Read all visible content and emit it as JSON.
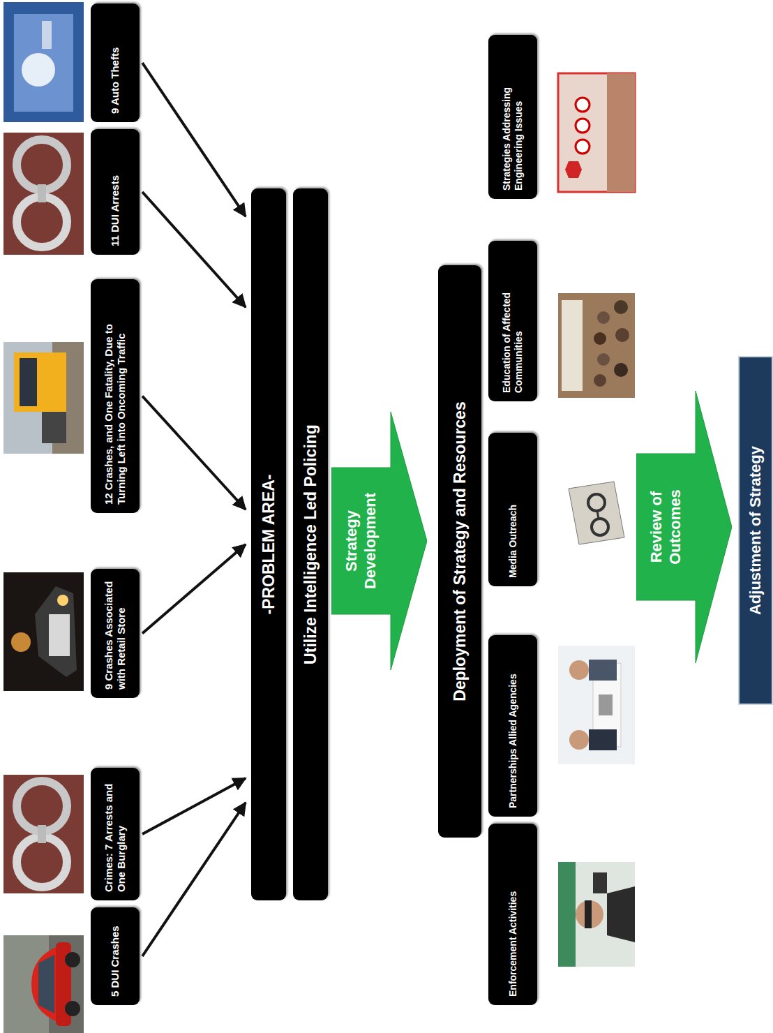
{
  "diagram": {
    "nodes": [
      {
        "text": [
          "5 DUI Crashes"
        ]
      },
      {
        "text": [
          "Crimes: 7 Arrests and One Burglary"
        ]
      },
      {
        "text": [
          "9 Crashes Associated with Retail Store"
        ]
      },
      {
        "text": [
          "12 Crashes, and One Fatality, Due to Turning Left into Oncoming Traffic"
        ]
      },
      {
        "text": [
          "11 DUI Arrests"
        ]
      },
      {
        "text": [
          "9 Auto Thefts"
        ]
      },
      {
        "text": [
          "-PROBLEM AREA-"
        ]
      },
      {
        "text": [
          "Utilize Intelligence Led Policing"
        ]
      },
      {
        "text": [
          "Strategy Development"
        ]
      },
      {
        "text": [
          "Deployment of Strategy and Resources"
        ]
      },
      {
        "text": [
          "Enforcement Activities"
        ]
      },
      {
        "text": [
          "Partnerships Allied Agencies"
        ]
      },
      {
        "text": [
          "Media Outreach"
        ]
      },
      {
        "text": [
          "Education of Affected Communities"
        ]
      },
      {
        "text": [
          "Strategies Addressing Engineering Issues"
        ]
      },
      {
        "text": [
          "Review of Outcomes"
        ]
      },
      {
        "text": [
          "Adjustment of Strategy"
        ]
      }
    ],
    "edges": [
      {
        "from": 0,
        "to": 6,
        "arrow": "to"
      },
      {
        "from": 1,
        "to": 6,
        "arrow": "to"
      },
      {
        "from": 2,
        "to": 6,
        "arrow": "to"
      },
      {
        "from": 3,
        "to": 6,
        "arrow": "to"
      },
      {
        "from": 4,
        "to": 6,
        "arrow": "to"
      },
      {
        "from": 5,
        "to": 6,
        "arrow": "to"
      }
    ]
  }
}
